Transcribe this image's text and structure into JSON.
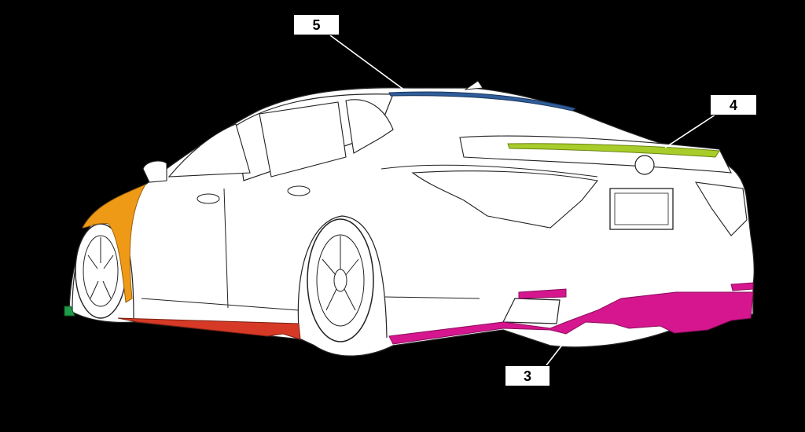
{
  "callouts": [
    {
      "number": "5",
      "part": "roof-spoiler"
    },
    {
      "number": "4",
      "part": "trunk-spoiler"
    },
    {
      "number": "3",
      "part": "rear-diffuser"
    }
  ],
  "colors": {
    "background": "#000000",
    "body": "#ffffff",
    "outline": "#222222",
    "roof_spoiler": "#2f5d9a",
    "trunk_spoiler": "#a8cc2a",
    "rear_diffuser": "#d6168e",
    "side_skirt": "#d63a26",
    "fender": "#ef9a17",
    "front_lip": "#1f9a4a"
  }
}
